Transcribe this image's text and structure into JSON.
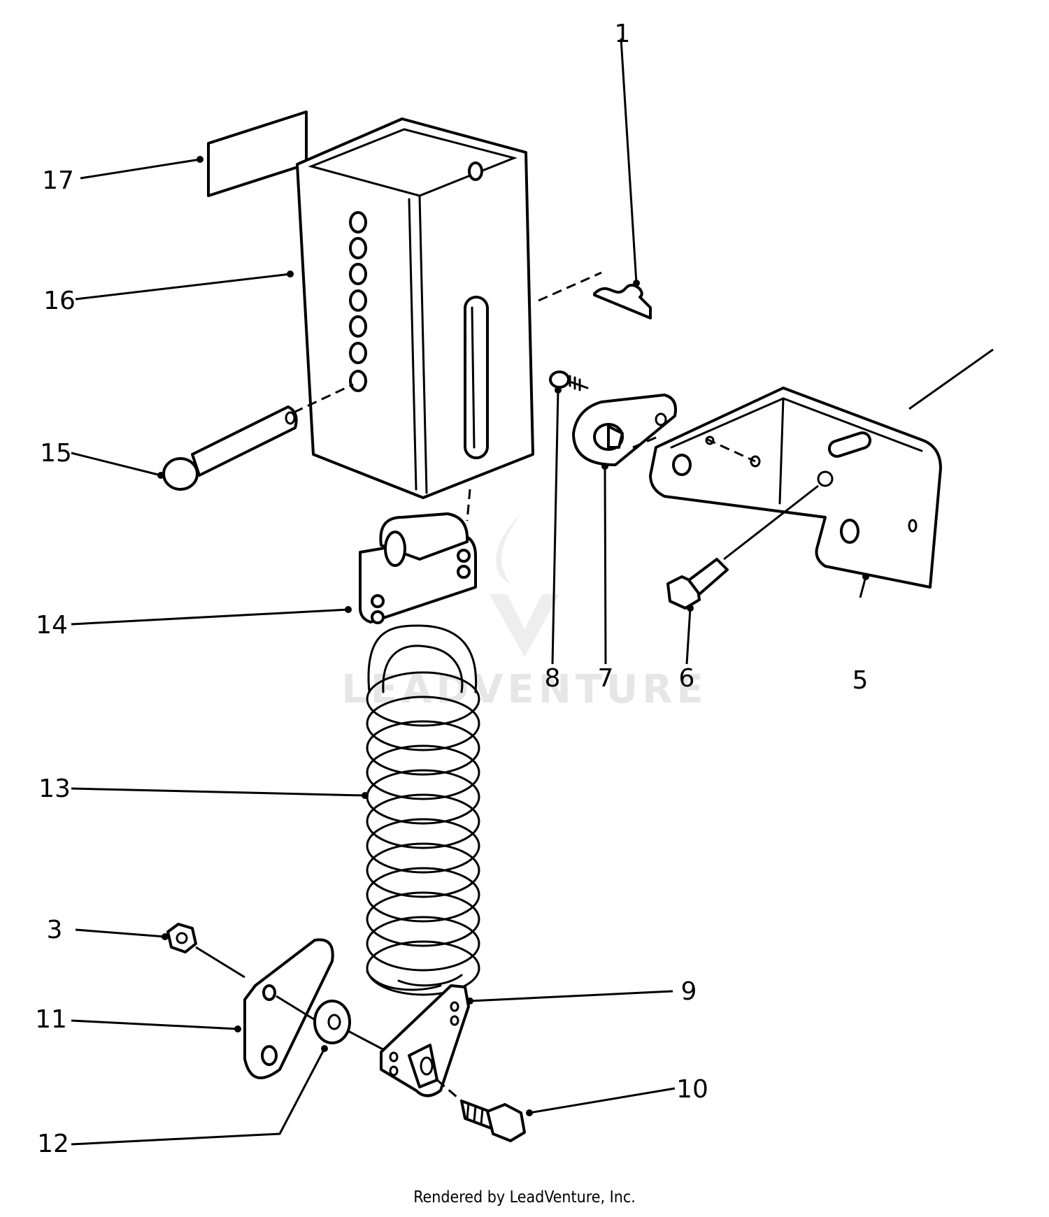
{
  "parts": [
    {
      "number": "1"
    },
    {
      "number": "3"
    },
    {
      "number": "5"
    },
    {
      "number": "6"
    },
    {
      "number": "7"
    },
    {
      "number": "8"
    },
    {
      "number": "9"
    },
    {
      "number": "10"
    },
    {
      "number": "11"
    },
    {
      "number": "12"
    },
    {
      "number": "13"
    },
    {
      "number": "14"
    },
    {
      "number": "15"
    },
    {
      "number": "16"
    },
    {
      "number": "17"
    }
  ],
  "watermark": {
    "text": "LEADVENTURE"
  },
  "footer": {
    "text": "Rendered by LeadVenture, Inc."
  }
}
